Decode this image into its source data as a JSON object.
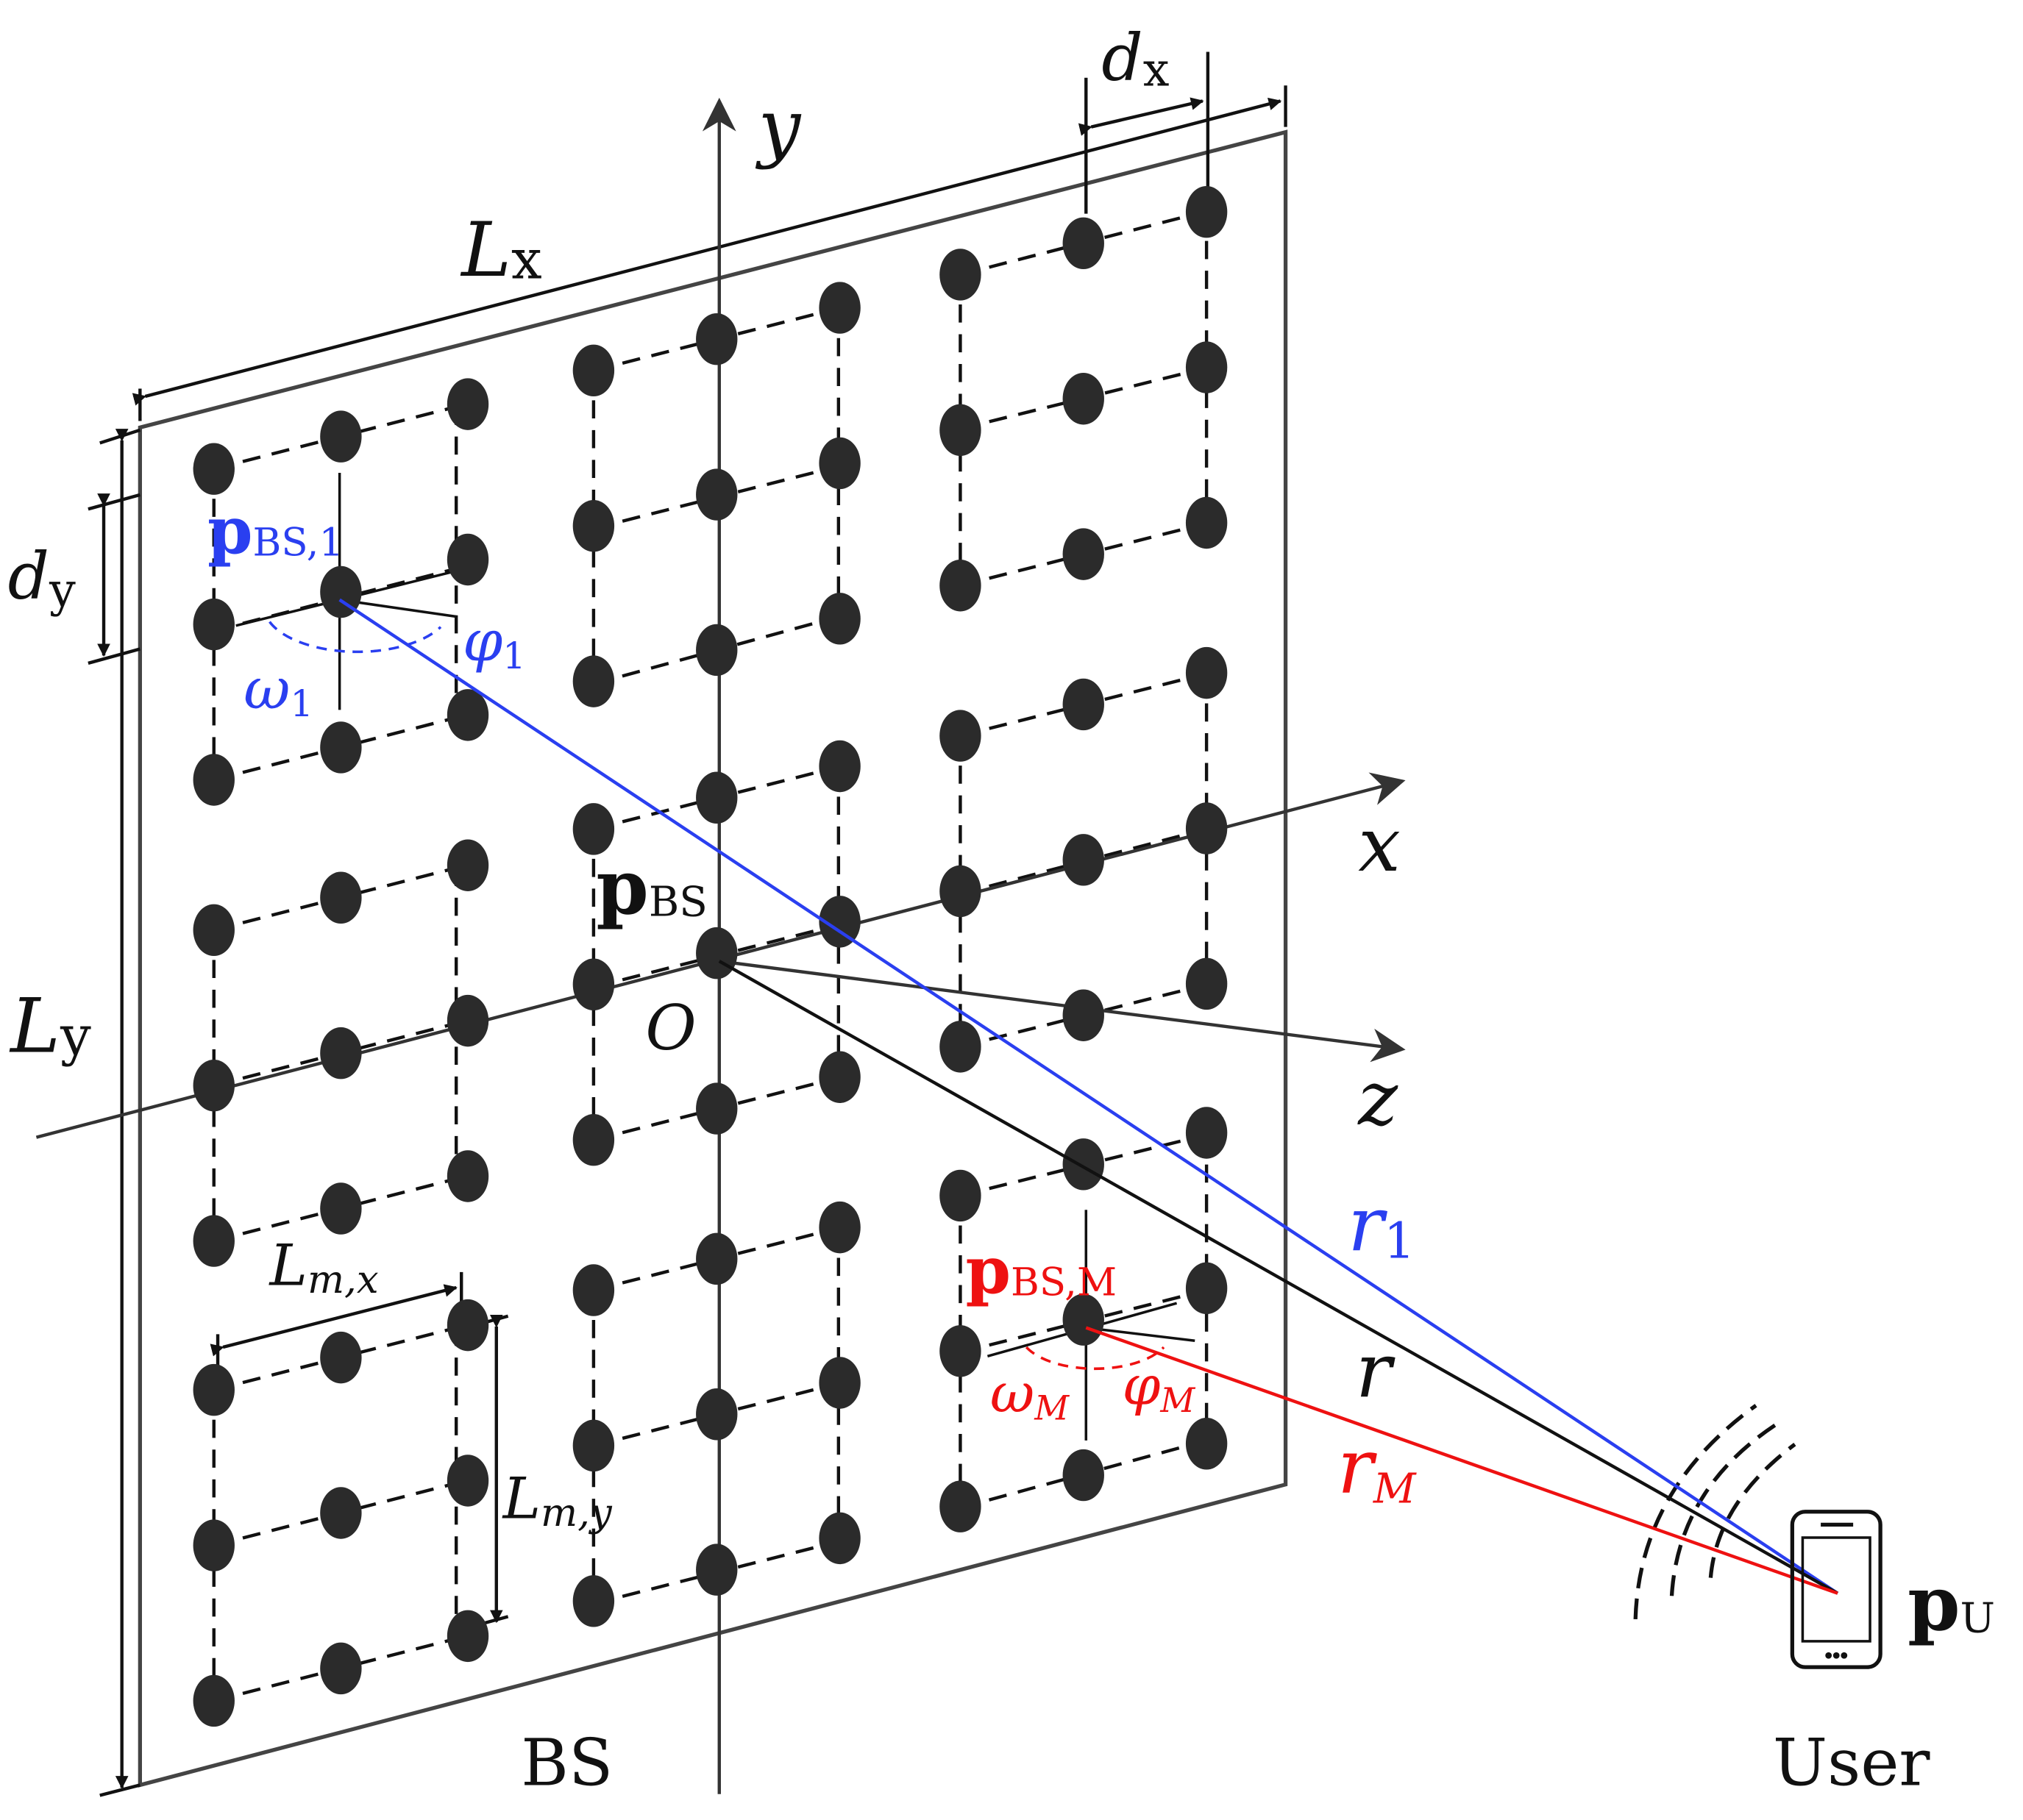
{
  "colors": {
    "black": "#111111",
    "element": "#2b2b2b",
    "panel": "#444444",
    "blue": "#2a3ff0",
    "red": "#ee1111"
  },
  "labels": {
    "axis_y": "y",
    "axis_x": "x",
    "axis_z": "z",
    "origin": "O",
    "lx": {
      "main": "L",
      "sub": "x"
    },
    "ly": {
      "main": "L",
      "sub": "y"
    },
    "dx": {
      "main": "d",
      "sub": "x"
    },
    "dy": {
      "main": "d",
      "sub": "y"
    },
    "lmx": {
      "main": "L",
      "sub": "m,x"
    },
    "lmy": {
      "main": "L",
      "sub": "m,y"
    },
    "pbs": {
      "main": "p",
      "sub": "BS"
    },
    "pbs1": {
      "main": "p",
      "sub": "BS,1"
    },
    "pbsm": {
      "main": "p",
      "sub": "BS,M"
    },
    "pu": {
      "main": "p",
      "sub": "U"
    },
    "phi1": {
      "main": "φ",
      "sub": "1"
    },
    "omega1": {
      "main": "ω",
      "sub": "1"
    },
    "phim": {
      "main": "φ",
      "sub": "M"
    },
    "omegam": {
      "main": "ω",
      "sub": "M"
    },
    "r": "r",
    "r1": {
      "main": "r",
      "sub": "1"
    },
    "rm": {
      "main": "r",
      "sub": "M"
    },
    "bs": "BS",
    "user": "User"
  },
  "icons": {
    "phone": "smartphone-icon",
    "signal": "signal-waves-icon"
  }
}
